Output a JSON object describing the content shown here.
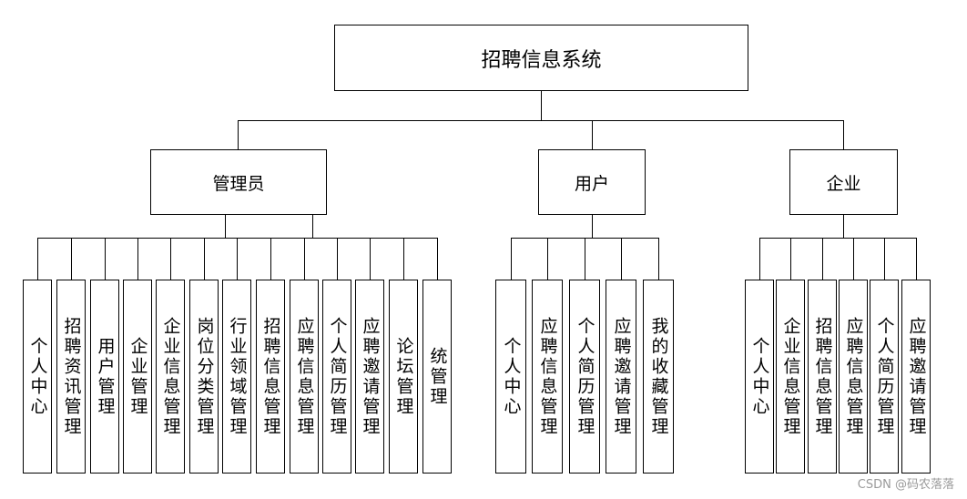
{
  "root": {
    "label": "招聘信息系统"
  },
  "roles": [
    {
      "label": "管理员",
      "modules": [
        "个人中心",
        "招聘资讯管理",
        "用户管理",
        "企业管理",
        "企业信息管理",
        "岗位分类管理",
        "行业领域管理",
        "招聘信息管理",
        "应聘信息管理",
        "个人简历管理",
        "应聘邀请管理",
        "论坛管理",
        "统管理"
      ]
    },
    {
      "label": "用户",
      "modules": [
        "个人中心",
        "应聘信息管理",
        "个人简历管理",
        "应聘邀请管理",
        "我的收藏管理"
      ]
    },
    {
      "label": "企业",
      "modules": [
        "个人中心",
        "企业信息管理",
        "招聘信息管理",
        "应聘信息管理",
        "个人简历管理",
        "应聘邀请管理"
      ]
    }
  ],
  "watermark": "CSDN @码农落落"
}
